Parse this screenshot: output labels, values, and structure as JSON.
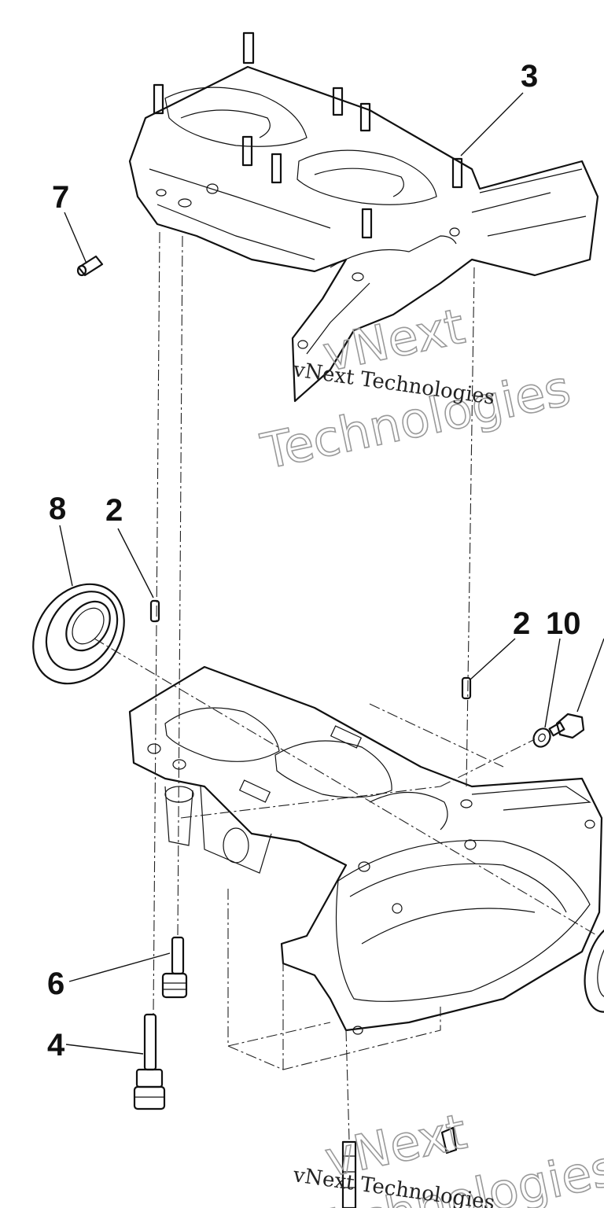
{
  "callouts": {
    "c7": "7",
    "c3": "3",
    "c8": "8",
    "c2a": "2",
    "c2b": "2",
    "c10": "10",
    "c6": "6",
    "c4": "4"
  },
  "watermarks": {
    "top_large_1": "vNext",
    "top_large_2": "Technologies",
    "top_small": "vNext Technologies",
    "bottom_large_1": "vNext",
    "bottom_large_2": "Technologies",
    "bottom_small": "vNext Technologies"
  }
}
